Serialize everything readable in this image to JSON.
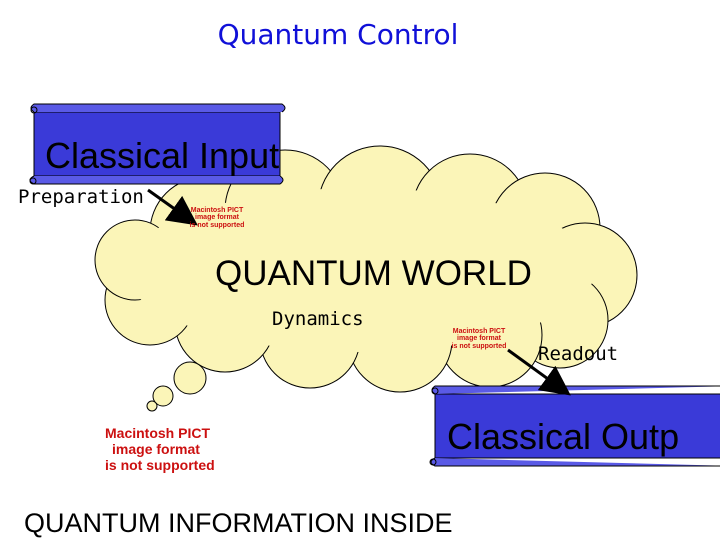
{
  "title": "Quantum Control",
  "labels": {
    "classical_input": "Classical Input",
    "preparation": "Preparation",
    "quantum_world": "QUANTUM WORLD",
    "dynamics": "Dynamics",
    "readout": "Readout",
    "classical_output": "Classical Outp",
    "inside": "QUANTUM INFORMATION INSIDE"
  },
  "pict_placeholder": {
    "line1": "Macintosh PICT",
    "line2": "image format",
    "line3": "is not supported"
  },
  "colors": {
    "title": "#1010d8",
    "scroll_fill": "#3a3ad8",
    "cloud_fill": "#fbf5b8",
    "placeholder_text": "#cc1010"
  }
}
